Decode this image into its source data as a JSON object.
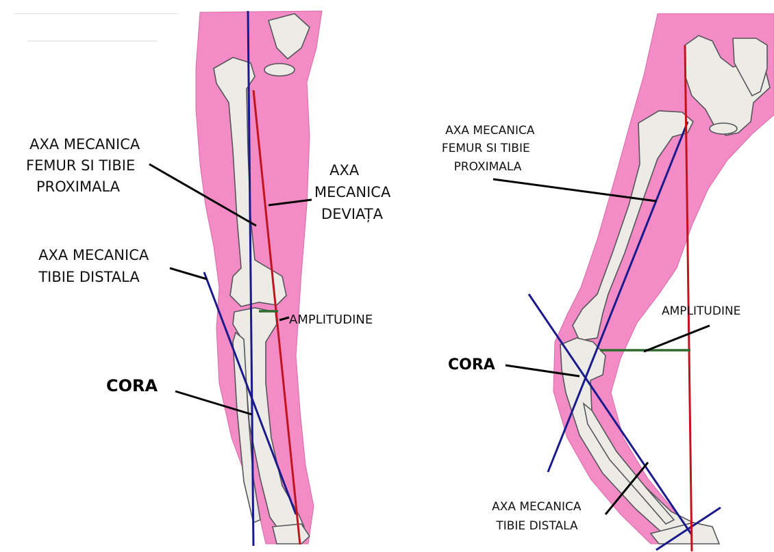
{
  "colors": {
    "tissue": "#f28bc6",
    "bone_fill": "#ecebe6",
    "bone_stroke": "#55555a",
    "mechanical_axis_blue": "#1a1a8c",
    "deviated_axis_red": "#c1141e",
    "amplitude_green": "#2e6b2e",
    "leader_line": "#000000"
  },
  "left": {
    "femur_tibia_label": [
      "AXA MECANICA",
      "FEMUR SI TIBIE",
      "PROXIMALA"
    ],
    "deviated_label": [
      "AXA",
      "MECANICA",
      "DEVIAȚA"
    ],
    "distal_label": [
      "AXA MECANICA",
      "TIBIE DISTALA"
    ],
    "amplitude_label": "AMPLITUDINE",
    "cora_label": "CORA"
  },
  "right": {
    "femur_tibia_label": [
      "AXA MECANICA",
      "FEMUR SI TIBIE",
      "PROXIMALA"
    ],
    "amplitude_label": "AMPLITUDINE",
    "cora_label": "CORA",
    "distal_label": [
      "AXA MECANICA",
      "TIBIE DISTALA"
    ]
  }
}
